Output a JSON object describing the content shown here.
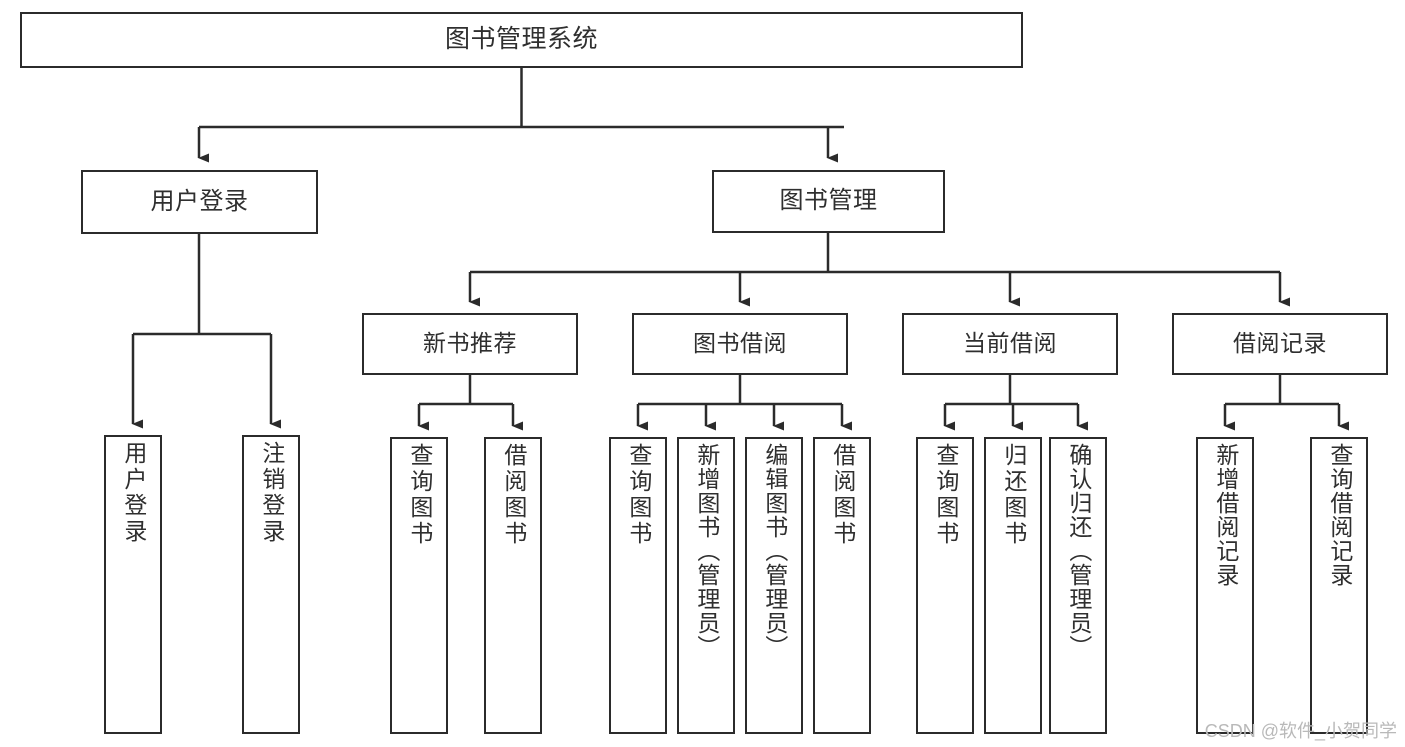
{
  "diagram": {
    "title": "图书管理系统",
    "type": "hierarchy-tree",
    "orientation": "top-down",
    "colors": {
      "background": "#ffffff",
      "box_border": "#2b2b2b",
      "box_fill": "#ffffff",
      "text": "#2f2f2f",
      "connector": "#2b2b2b",
      "watermark": "#b9b9b9"
    }
  },
  "root": {
    "label": "图书管理系统"
  },
  "level2": [
    {
      "id": "user-login",
      "label": "用户登录"
    },
    {
      "id": "book-manage",
      "label": "图书管理"
    }
  ],
  "level3": [
    {
      "id": "new-book-recommend",
      "label": "新书推荐",
      "parent": "book-manage"
    },
    {
      "id": "book-borrow",
      "label": "图书借阅",
      "parent": "book-manage"
    },
    {
      "id": "current-borrow",
      "label": "当前借阅",
      "parent": "book-manage"
    },
    {
      "id": "borrow-record",
      "label": "借阅记录",
      "parent": "book-manage"
    }
  ],
  "leaves": {
    "user_login": [
      {
        "id": "leaf-user-login",
        "label": "用户登录"
      },
      {
        "id": "leaf-user-logout",
        "label": "注销登录"
      }
    ],
    "new_book_recommend": [
      {
        "id": "leaf-query-book-1",
        "label": "查询图书"
      },
      {
        "id": "leaf-borrow-book-1",
        "label": "借阅图书"
      }
    ],
    "book_borrow": [
      {
        "id": "leaf-query-book-2",
        "label": "查询图书"
      },
      {
        "id": "leaf-add-book",
        "label": "新增图书（管理员）"
      },
      {
        "id": "leaf-edit-book",
        "label": "编辑图书（管理员）"
      },
      {
        "id": "leaf-borrow-book-2",
        "label": "借阅图书"
      }
    ],
    "current_borrow": [
      {
        "id": "leaf-query-book-3",
        "label": "查询图书"
      },
      {
        "id": "leaf-return-book",
        "label": "归还图书"
      },
      {
        "id": "leaf-confirm-return",
        "label": "确认归还（管理员）"
      }
    ],
    "borrow_record": [
      {
        "id": "leaf-add-record",
        "label": "新增借阅记录"
      },
      {
        "id": "leaf-query-record",
        "label": "查询借阅记录"
      }
    ]
  },
  "watermark": {
    "text": "CSDN @软件_小贺同学"
  }
}
